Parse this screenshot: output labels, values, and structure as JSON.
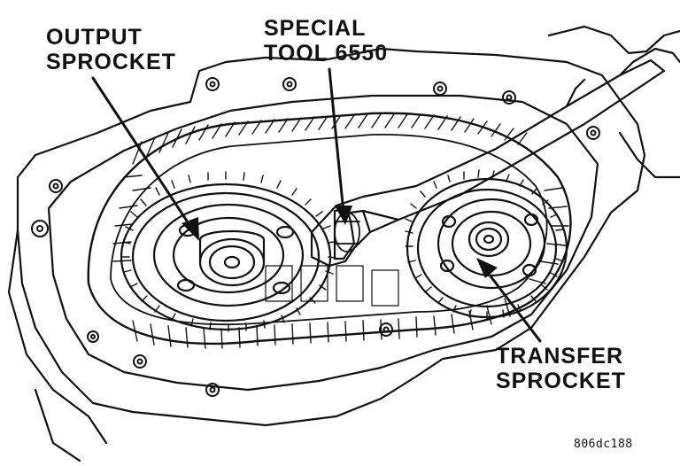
{
  "labels": {
    "output_sprocket": {
      "line1": "OUTPUT",
      "line2": "SPROCKET"
    },
    "special_tool": {
      "line1": "SPECIAL",
      "line2": "TOOL 6550"
    },
    "transfer_sprocket": {
      "line1": "TRANSFER",
      "line2": "SPROCKET"
    }
  },
  "figure_code": "806dc188",
  "colors": {
    "ink": "#111111",
    "paper": "#ffffff"
  }
}
